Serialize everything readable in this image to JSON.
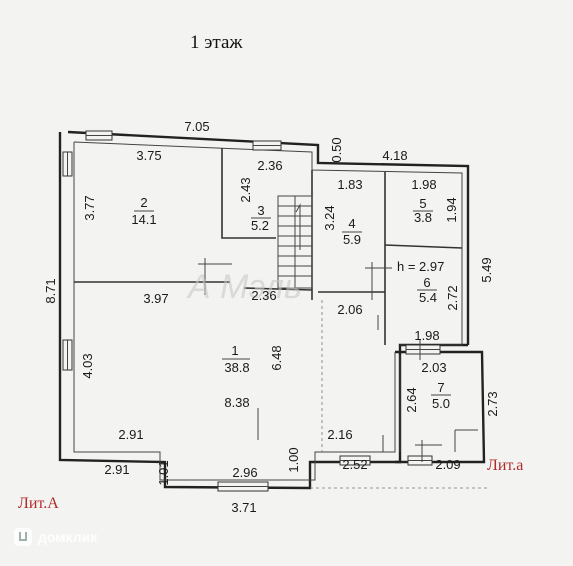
{
  "title": "1  этаж",
  "labels": {
    "lit_a_upper": "Лит.А",
    "lit_a_lower": "Лит.а",
    "ceiling_height": "h = 2.97",
    "watermark_mark": "А Мэль"
  },
  "rooms": [
    {
      "number": "2",
      "area": "14.1"
    },
    {
      "number": "3",
      "area": "5.2"
    },
    {
      "number": "4",
      "area": "5.9"
    },
    {
      "number": "5",
      "area": "3.8"
    },
    {
      "number": "6",
      "area": "5.4"
    },
    {
      "number": "1",
      "area": "38.8"
    },
    {
      "number": "7",
      "area": "5.0"
    }
  ],
  "dimensions": {
    "top_total": "7.05",
    "top_step": "0.50",
    "top_right": "4.18",
    "r2_width": "3.75",
    "r2_height": "3.77",
    "r3_width": "2.36",
    "r3_height": "2.43",
    "r4_width": "1.83",
    "r4_height": "3.24",
    "r5_width": "1.98",
    "r5_height": "1.94",
    "left_total": "8.71",
    "right_total": "5.49",
    "r1_top_width": "3.97",
    "r1_mid_width": "2.36",
    "hall_width": "2.06",
    "r6_height": "2.72",
    "r6_width": "1.98",
    "r1_left_height": "4.03",
    "r1_height": "6.48",
    "r1_width": "8.38",
    "r7_width": "2.03",
    "r7_height": "2.64",
    "annex_height": "2.73",
    "r1_bottom_left": "2.91",
    "r1_bottom_right": "2.16",
    "outer_bottom_left": "2.91",
    "step_left": "1.01",
    "bottom_mid": "2.96",
    "step_right": "1.00",
    "annex_bottom": "2.52",
    "r7_bottom": "2.09",
    "bottom_total": "3.71"
  },
  "watermark": "домклик"
}
